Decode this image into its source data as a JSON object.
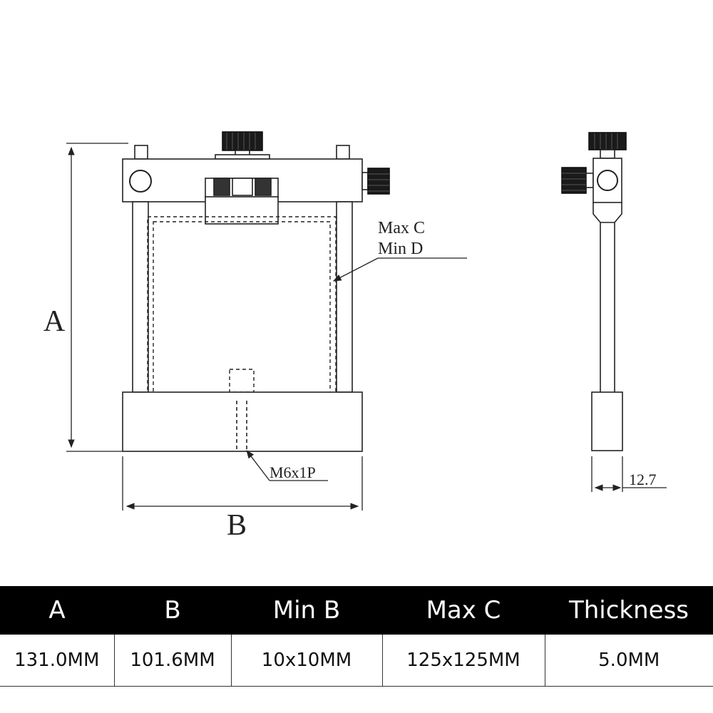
{
  "drawing": {
    "dim_a": "A",
    "dim_b": "B",
    "callout_max_c": "Max C",
    "callout_min_d": "Min D",
    "callout_thread": "M6x1P",
    "side_thickness": "12.7"
  },
  "table": {
    "headers": [
      "A",
      "B",
      "Min B",
      "Max C",
      "Thickness"
    ],
    "values": [
      "131.0MM",
      "101.6MM",
      "10x10MM",
      "125x125MM",
      "5.0MM"
    ]
  }
}
